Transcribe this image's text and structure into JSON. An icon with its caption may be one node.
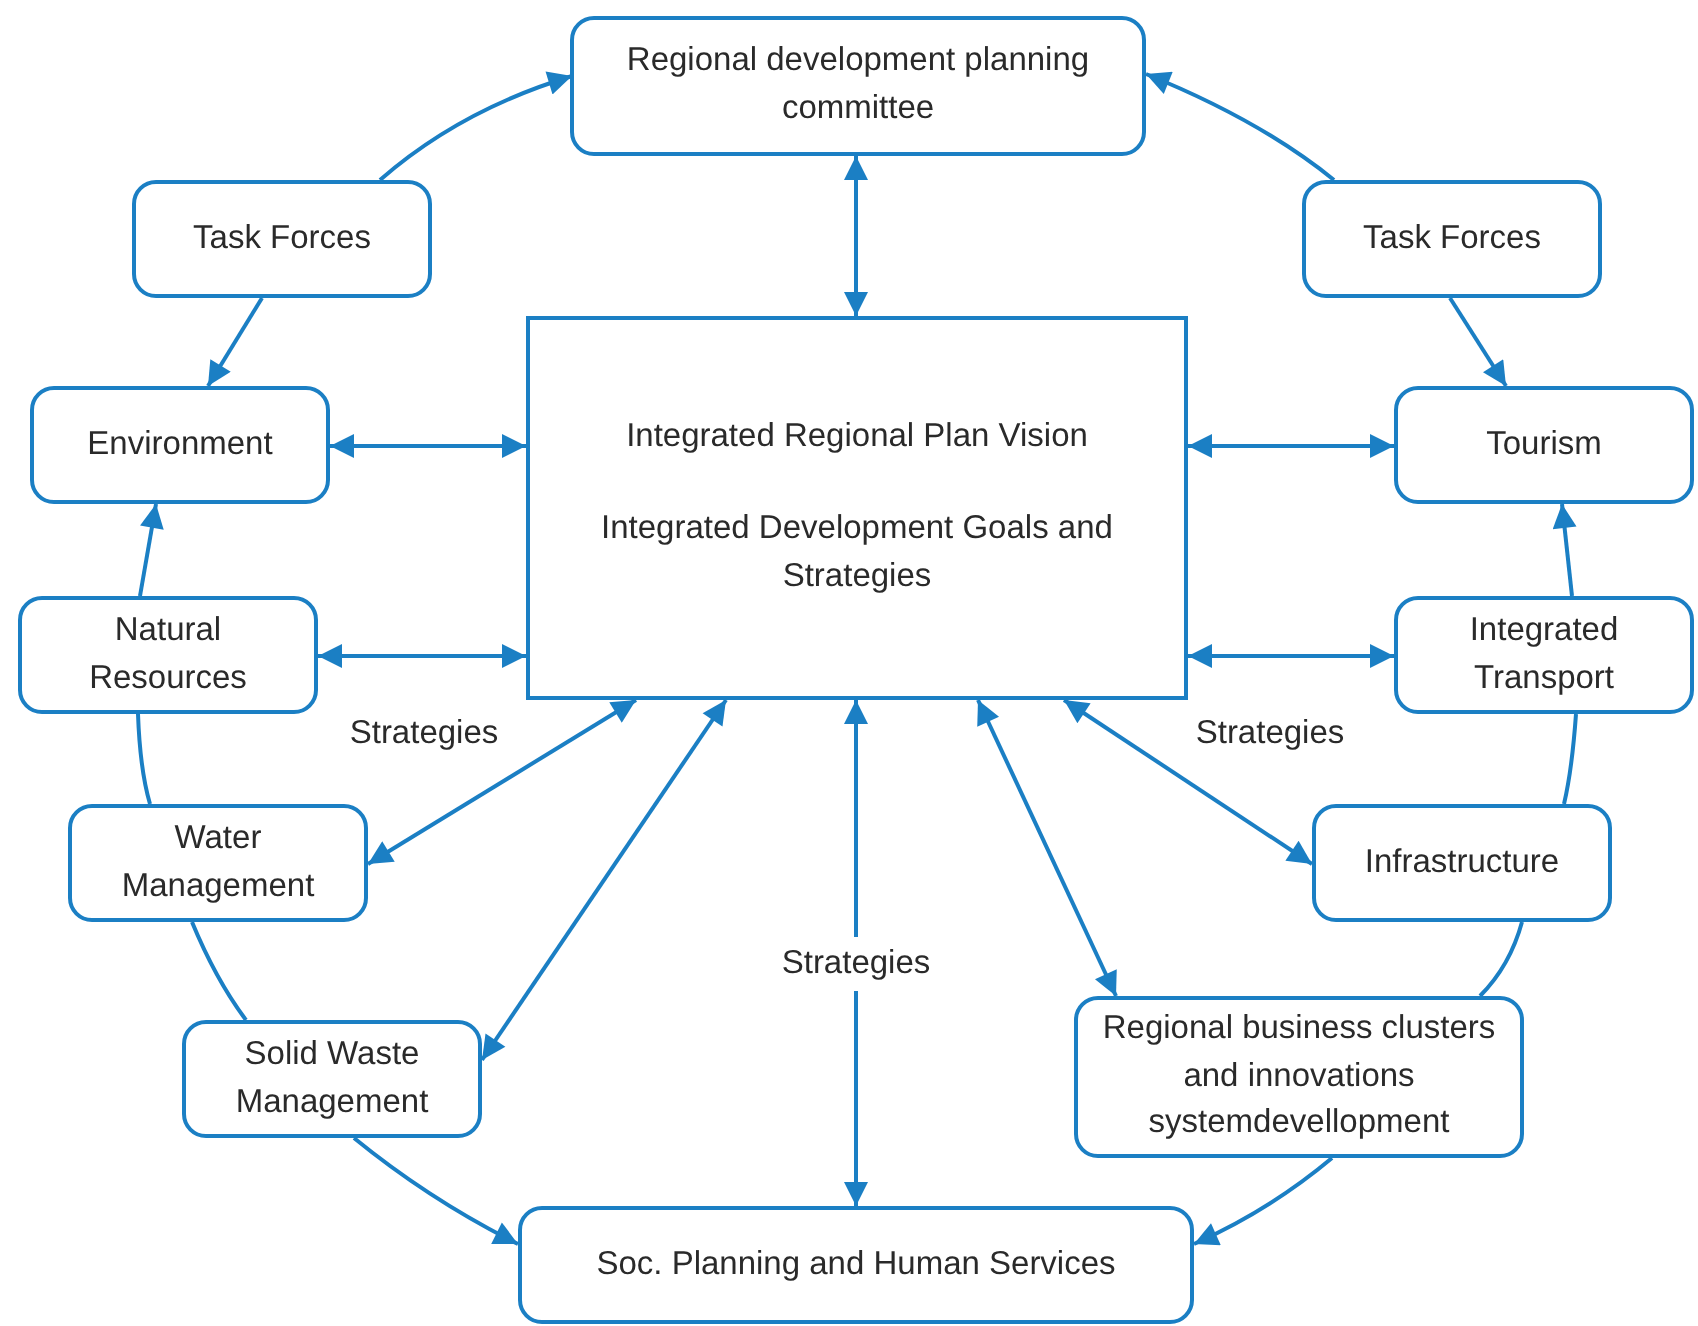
{
  "diagram": {
    "nodes": [
      {
        "text": [
          "Regional development planning committee"
        ]
      },
      {
        "text": [
          "Task Forces"
        ]
      },
      {
        "text": [
          "Task Forces"
        ]
      },
      {
        "text": [
          "Integrated Regional Plan Vision",
          "Integrated Development Goals and Strategies"
        ]
      },
      {
        "text": [
          "Environment"
        ]
      },
      {
        "text": [
          "Tourism"
        ]
      },
      {
        "text": [
          "Natural Resources"
        ]
      },
      {
        "text": [
          "Integrated Transport"
        ]
      },
      {
        "text": [
          "Water Management"
        ]
      },
      {
        "text": [
          "Infrastructure"
        ]
      },
      {
        "text": [
          "Solid Waste Management"
        ]
      },
      {
        "text": [
          "Regional business clusters and innovations systemdevellopment"
        ]
      },
      {
        "text": [
          "Soc. Planning and Human Services"
        ]
      }
    ],
    "edges": [
      {
        "from": 1,
        "to": 0,
        "arrow": "to"
      },
      {
        "from": 1,
        "to": 4,
        "arrow": "to"
      },
      {
        "from": 2,
        "to": 0,
        "arrow": "to"
      },
      {
        "from": 2,
        "to": 5,
        "arrow": "to"
      },
      {
        "from": 6,
        "to": 4,
        "arrow": "to"
      },
      {
        "from": 6,
        "to": 8,
        "arrow": "none"
      },
      {
        "from": 8,
        "to": 10,
        "arrow": "none"
      },
      {
        "from": 10,
        "to": 12,
        "arrow": "to"
      },
      {
        "from": 7,
        "to": 5,
        "arrow": "to"
      },
      {
        "from": 7,
        "to": 9,
        "arrow": "none"
      },
      {
        "from": 9,
        "to": 11,
        "arrow": "none"
      },
      {
        "from": 11,
        "to": 12,
        "arrow": "to"
      },
      {
        "from": 0,
        "to": 3,
        "arrow": "both"
      },
      {
        "from": 4,
        "to": 3,
        "arrow": "both"
      },
      {
        "from": 6,
        "to": 3,
        "arrow": "both"
      },
      {
        "from": 8,
        "to": 3,
        "arrow": "both"
      },
      {
        "from": 10,
        "to": 3,
        "arrow": "both"
      },
      {
        "from": 12,
        "to": 3,
        "arrow": "both",
        "label": "Strategies"
      },
      {
        "from": 11,
        "to": 3,
        "arrow": "both"
      },
      {
        "from": 9,
        "to": 3,
        "arrow": "both"
      },
      {
        "from": 7,
        "to": 3,
        "arrow": "both"
      },
      {
        "from": 5,
        "to": 3,
        "arrow": "both"
      }
    ],
    "labels": [
      "Strategies",
      "Strategies"
    ]
  }
}
